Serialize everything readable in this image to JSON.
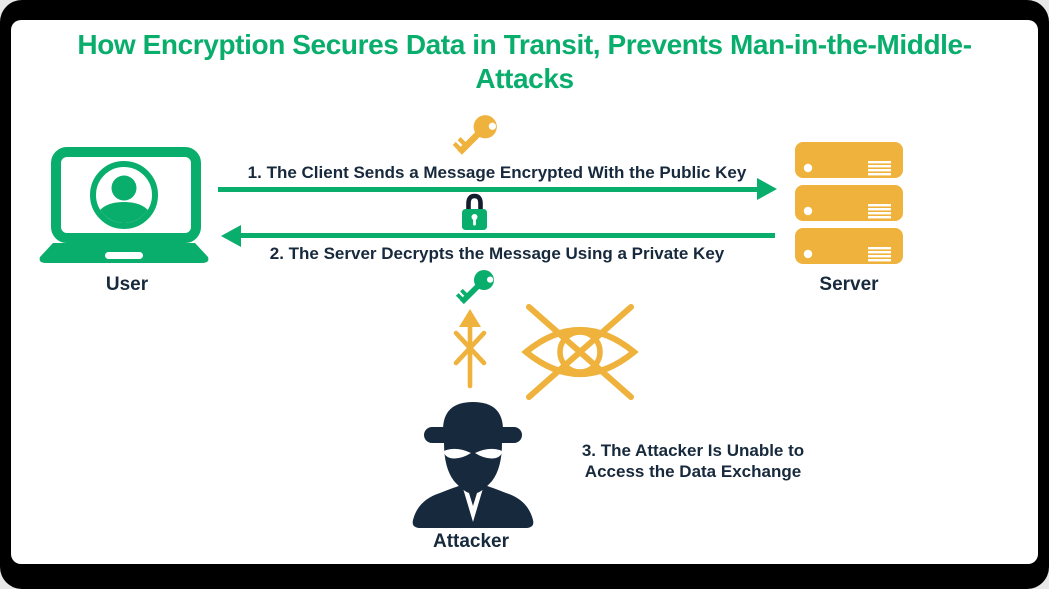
{
  "title": {
    "line1": "How Encryption Secures Data in Transit, Prevents Man-in-the-Middle-",
    "line2": "Attacks"
  },
  "colors": {
    "green": "#09AE6C",
    "yellow": "#EFB23C",
    "navy": "#17293C",
    "background": "#FFFFFF",
    "frame": "#000000"
  },
  "nodes": {
    "user": {
      "label": "User",
      "icon": "laptop-avatar-icon"
    },
    "server": {
      "label": "Server",
      "icon": "server-stack-icon"
    },
    "attacker": {
      "label": "Attacker",
      "icon": "spy-icon"
    }
  },
  "steps": {
    "step1": {
      "label": "1. The Client Sends a Message Encrypted With the Public Key",
      "direction": "client-to-server",
      "icon": "public-key-icon"
    },
    "step2": {
      "label": "2. The Server Decrypts the Message Using a Private Key",
      "direction": "server-to-client",
      "icon": "padlock-icon"
    },
    "step3": {
      "line1": "3. The Attacker Is Unable to",
      "line2": "Access the Data Exchange",
      "icons": [
        "private-key-icon",
        "blocked-signal-icon",
        "crossed-eye-icon"
      ]
    }
  }
}
